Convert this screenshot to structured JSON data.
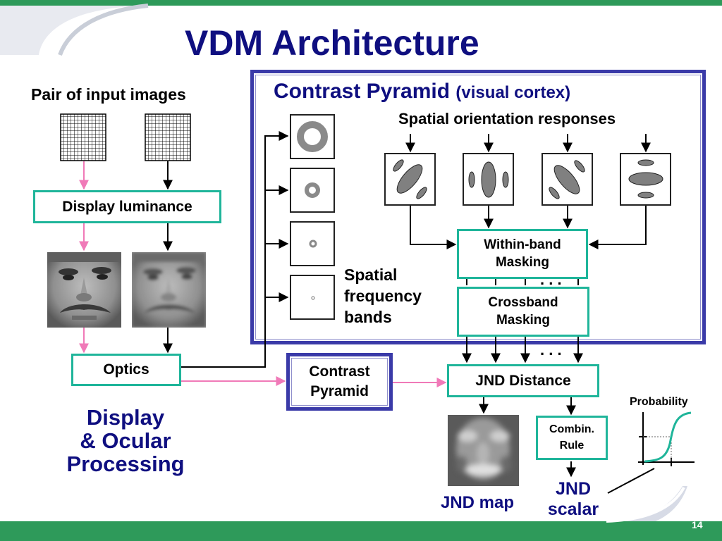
{
  "slide": {
    "title": "VDM Architecture",
    "page_number": "14",
    "colors": {
      "title": "#0f0f80",
      "panel_border": "#3a3aa8",
      "box_border": "#1fb59a",
      "band_green": "#2e9a5a",
      "pink_arrow": "#f07ab8"
    }
  },
  "left": {
    "input_label": "Pair of input images",
    "display_luminance": "Display luminance",
    "optics": "Optics",
    "stage_caption": [
      "Display",
      "& Ocular",
      "Processing"
    ]
  },
  "pyramid_panel": {
    "title": "Contrast Pyramid",
    "title_suffix": "(visual cortex)",
    "orientation_label": "Spatial orientation responses",
    "frequency_label": [
      "Spatial",
      "frequency",
      "bands"
    ],
    "within_band": [
      "Within-band",
      "Masking"
    ],
    "crossband": [
      "Crossband",
      "Masking"
    ],
    "ellipsis": ". . ."
  },
  "middle": {
    "contrast_pyramid": [
      "Contrast",
      "Pyramid"
    ]
  },
  "output": {
    "jnd_distance": "JND Distance",
    "combin_rule": [
      "Combin.",
      "Rule"
    ],
    "jnd_map": "JND map",
    "jnd_scalar": [
      "JND",
      "scalar"
    ],
    "probability_label": "Probability"
  }
}
